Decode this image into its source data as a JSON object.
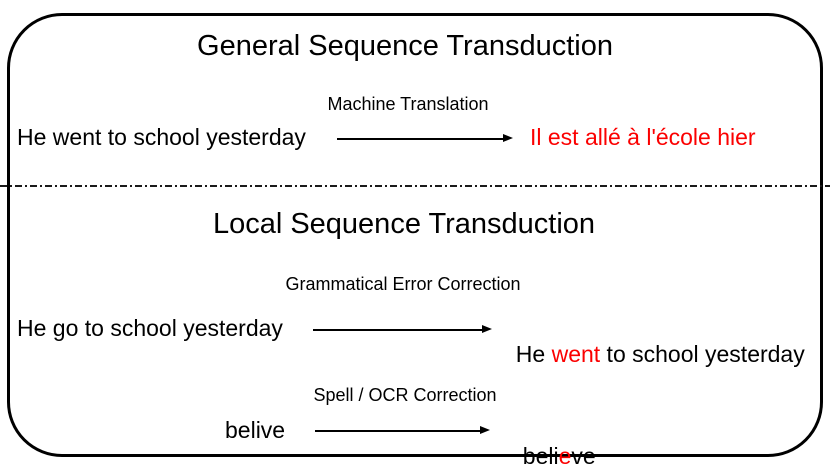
{
  "colors": {
    "text": "#000000",
    "highlight_red": "#fb0000",
    "frame_border": "#000000"
  },
  "general_section": {
    "title": "General Sequence Transduction",
    "example": {
      "task_label": "Machine Translation",
      "source": "He went to school yesterday",
      "target": "Il est allé à l'école hier"
    }
  },
  "local_section": {
    "title": "Local Sequence Transduction",
    "examples": [
      {
        "task_label": "Grammatical Error Correction",
        "source": "He go to school yesterday",
        "target_parts": [
          {
            "text": "He ",
            "highlight": false
          },
          {
            "text": "went",
            "highlight": true
          },
          {
            "text": " to school yesterday",
            "highlight": false
          }
        ]
      },
      {
        "task_label": "Spell / OCR Correction",
        "source": "belive",
        "target_parts": [
          {
            "text": "beli",
            "highlight": false
          },
          {
            "text": "e",
            "highlight": true
          },
          {
            "text": "ve",
            "highlight": false
          }
        ]
      }
    ]
  }
}
